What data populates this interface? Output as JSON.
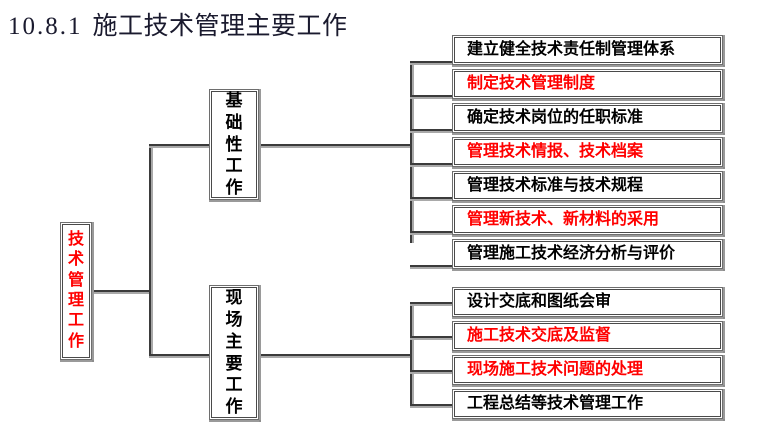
{
  "title": {
    "number": "10.8.1",
    "text": "施工技术管理主要工作"
  },
  "colors": {
    "highlight": "#ff0000",
    "normal": "#000000",
    "line": "#3b3b3b",
    "background": "#ffffff"
  },
  "diagram": {
    "type": "tree",
    "root": {
      "label": "技术管理工作",
      "chars": [
        "技",
        "术",
        "管",
        "理",
        "工",
        "作"
      ],
      "color": "#ff0000",
      "orientation": "vertical"
    },
    "branches": [
      {
        "label": "基础性工作",
        "chars": [
          "基",
          "础",
          "性",
          "工",
          "作"
        ],
        "color": "#000000",
        "orientation": "vertical",
        "children": [
          {
            "label": "建立健全技术责任制管理体系",
            "color": "#000000"
          },
          {
            "label": "制定技术管理制度",
            "color": "#ff0000"
          },
          {
            "label": "确定技术岗位的任职标准",
            "color": "#000000"
          },
          {
            "label": "管理技术情报、技术档案",
            "color": "#ff0000"
          },
          {
            "label": "管理技术标准与技术规程",
            "color": "#000000"
          },
          {
            "label": "管理新技术、新材料的采用",
            "color": "#ff0000"
          },
          {
            "label": "管理施工技术经济分析与评价",
            "color": "#000000"
          }
        ]
      },
      {
        "label": "现场主要工作",
        "chars": [
          "现",
          "场",
          "主",
          "要",
          "工",
          "作"
        ],
        "color": "#000000",
        "orientation": "vertical",
        "children": [
          {
            "label": "设计交底和图纸会审",
            "color": "#000000"
          },
          {
            "label": "施工技术交底及监督",
            "color": "#ff0000"
          },
          {
            "label": "现场施工技术问题的处理",
            "color": "#ff0000"
          },
          {
            "label": "工程总结等技术管理工作",
            "color": "#000000"
          }
        ]
      }
    ]
  }
}
